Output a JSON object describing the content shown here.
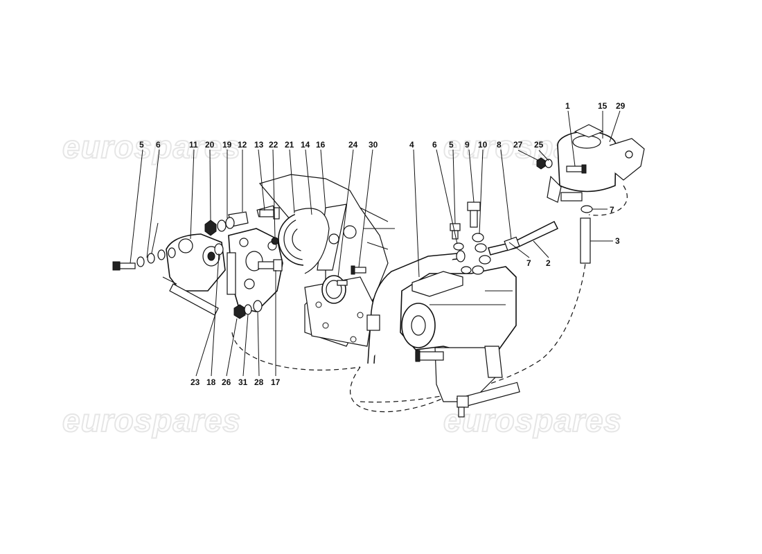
{
  "diagram": {
    "watermarks": [
      "eurospares",
      "eurospares",
      "eurospares",
      "eurospares"
    ],
    "callouts": {
      "c1": "1",
      "c15": "15",
      "c29": "29",
      "c27": "27",
      "c25": "25",
      "c7a": "7",
      "c3": "3",
      "c2": "2",
      "c7b": "7",
      "c5a": "5",
      "c6a": "6",
      "c11": "11",
      "c20": "20",
      "c19": "19",
      "c12": "12",
      "c13": "13",
      "c22": "22",
      "c21": "21",
      "c14": "14",
      "c16": "16",
      "c24": "24",
      "c30": "30",
      "c4": "4",
      "c6b": "6",
      "c5b": "5",
      "c9": "9",
      "c10": "10",
      "c8": "8",
      "c23": "23",
      "c18": "18",
      "c26": "26",
      "c31": "31",
      "c28": "28",
      "c17": "17"
    }
  }
}
